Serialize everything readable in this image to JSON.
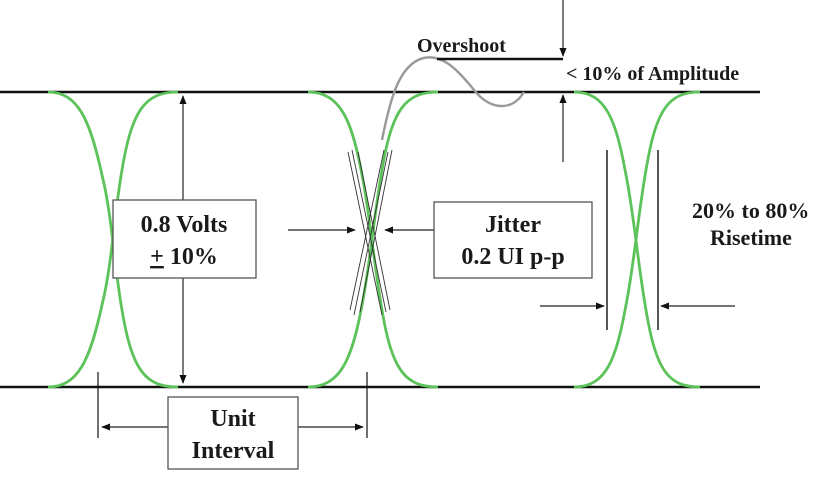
{
  "labels": {
    "overshoot": "Overshoot",
    "overshoot_spec": "< 10% of Amplitude",
    "amplitude_line1": "0.8 Volts",
    "amplitude_pm": "+",
    "amplitude_line2_rest": " 10%",
    "jitter_line1": "Jitter",
    "jitter_line2": "0.2 UI p-p",
    "risetime_line1": "20% to 80%",
    "risetime_line2": "Risetime",
    "unit_line1": "Unit",
    "unit_line2": "Interval"
  },
  "colors": {
    "eye_trace": "#5cc25a",
    "overshoot_trace": "#999999",
    "rail": "#111111",
    "text": "#1a1a1a"
  }
}
